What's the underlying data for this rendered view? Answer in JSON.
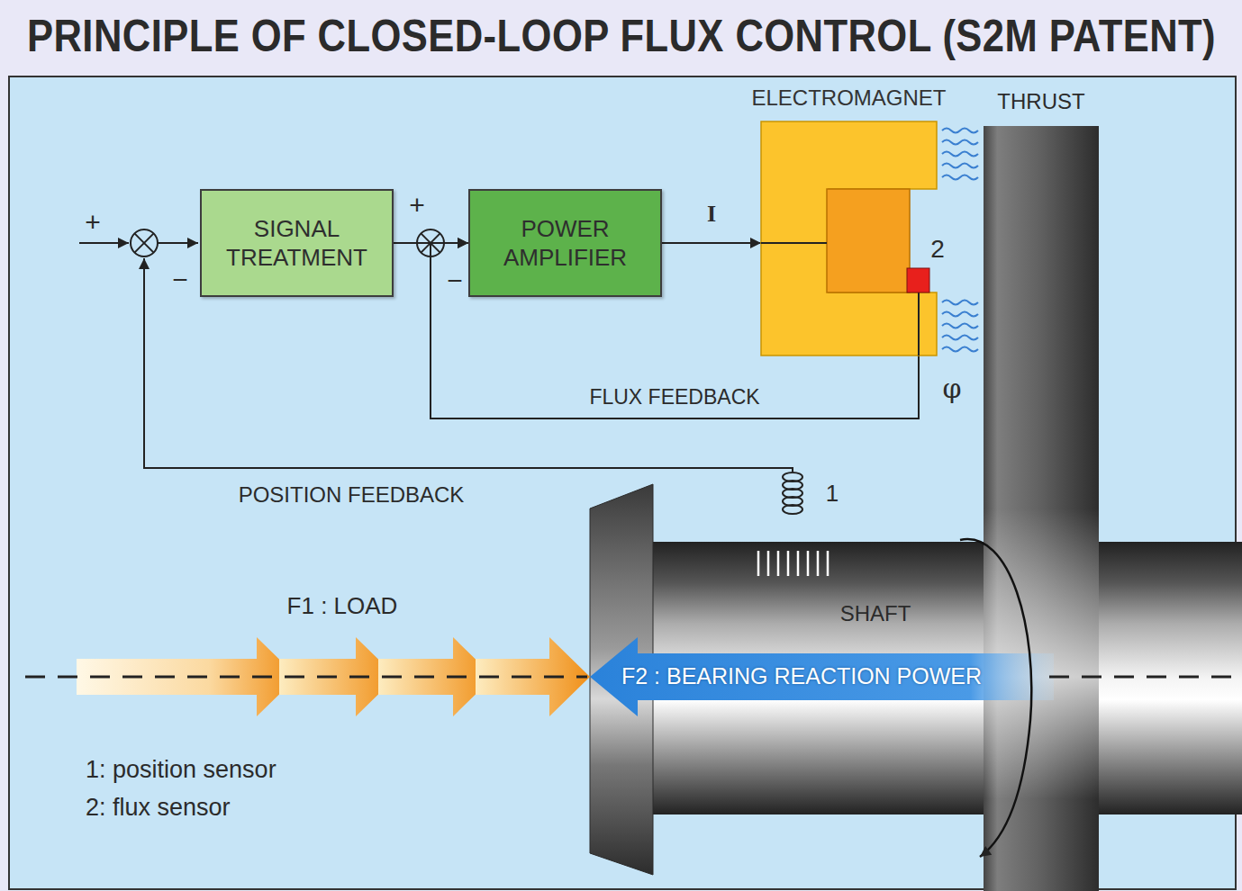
{
  "diagram": {
    "title": "PRINCIPLE OF CLOSED-LOOP FLUX CONTROL (S2M PATENT)",
    "nodes": [
      {
        "text": [
          "SIGNAL TREATMENT"
        ]
      },
      {
        "text": [
          "POWER AMPLIFIER"
        ]
      },
      {
        "text": [
          "ELECTROMAGNET"
        ]
      }
    ],
    "edges": [
      {
        "from": 0,
        "to": 1,
        "arrow": "to"
      },
      {
        "from": 1,
        "to": 2,
        "label": "I",
        "arrow": "to"
      },
      {
        "from": 2,
        "to": 1,
        "label": "FLUX FEEDBACK",
        "arrow": "to"
      }
    ],
    "labels": [
      "+",
      "−",
      "+",
      "−",
      "2",
      "φ",
      "POSITION FEEDBACK",
      "1",
      "THRUST",
      "SHAFT",
      "F1 : LOAD",
      "F2 : BEARING REACTION POWER",
      "1: position sensor",
      "2: flux sensor"
    ]
  }
}
